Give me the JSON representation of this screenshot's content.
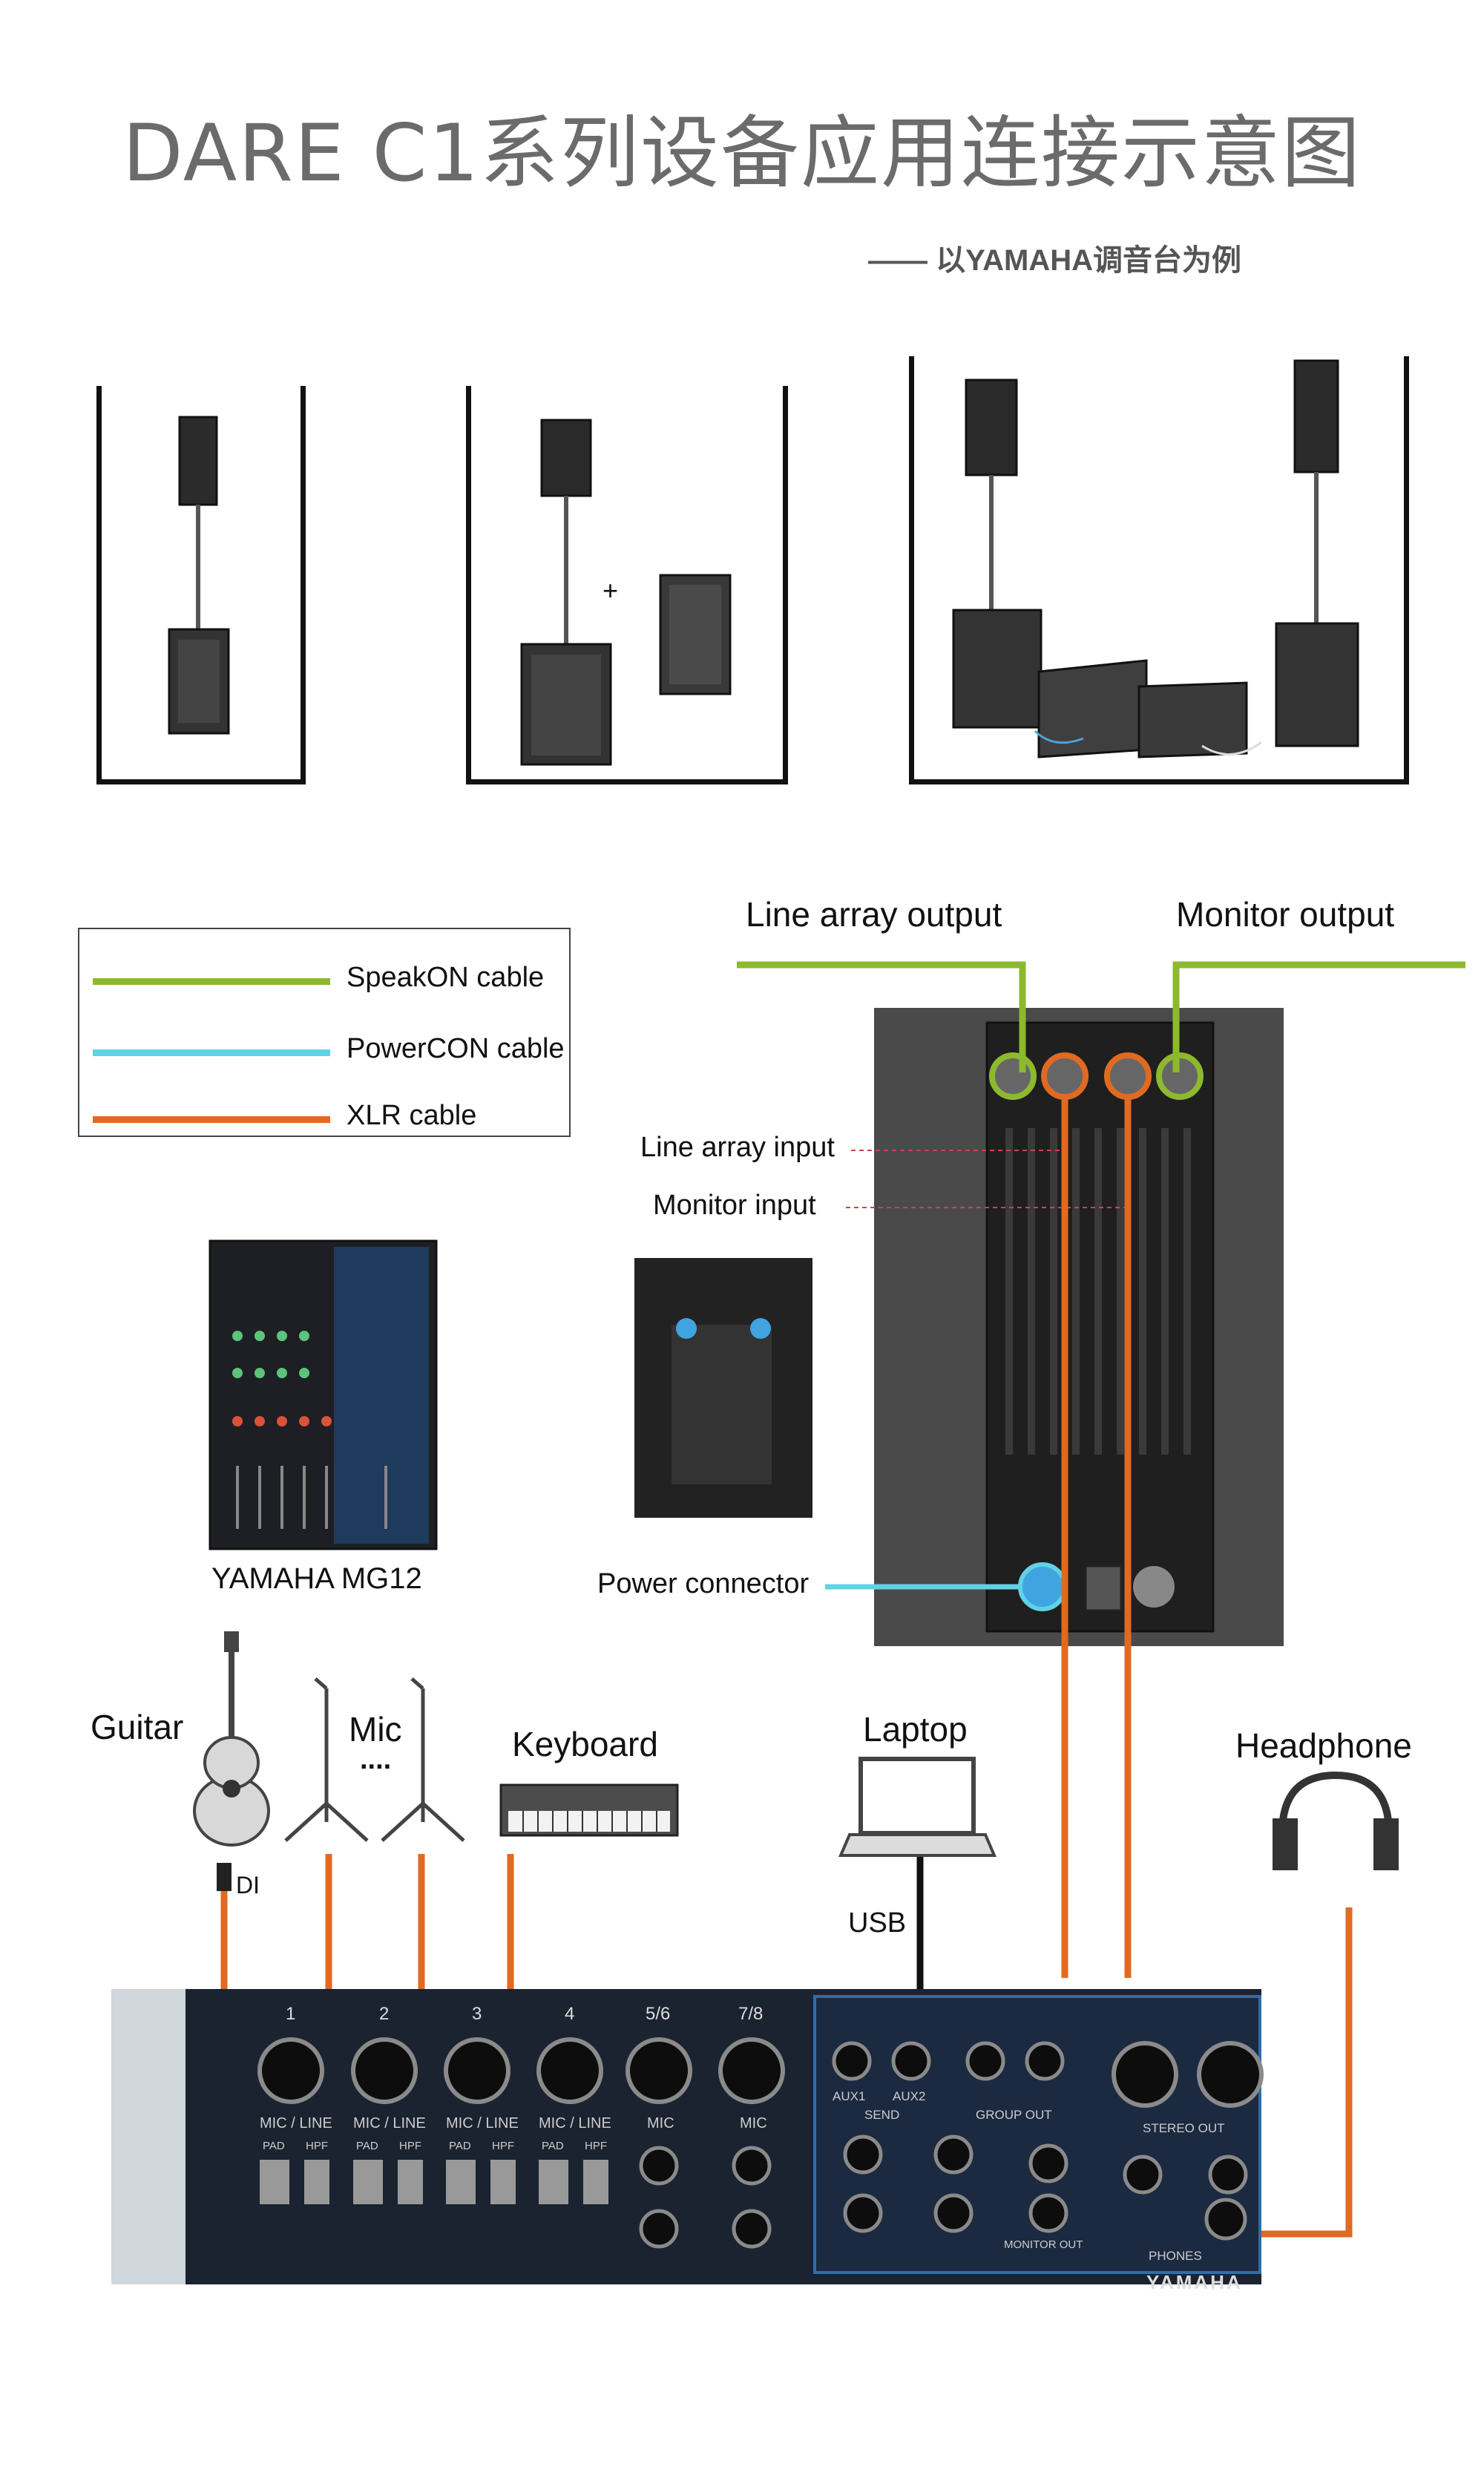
{
  "title": "DARE C1系列设备应用连接示意图",
  "subtitle": "—— 以YAMAHA调音台为例",
  "legend": {
    "items": [
      {
        "label": "SpeakON cable",
        "color": "#8db92e"
      },
      {
        "label": "PowerCON cable",
        "color": "#5fd3e6"
      },
      {
        "label": "XLR cable",
        "color": "#e06a22"
      }
    ]
  },
  "outputs": {
    "line_array_output": "Line array output",
    "monitor_output": "Monitor output"
  },
  "panel_labels": {
    "line_array_input": "Line array input",
    "monitor_input": "Monitor input",
    "power_connector": "Power connector"
  },
  "setup_plus": "+",
  "mixer_label": "YAMAHA MG12",
  "sources": {
    "guitar": "Guitar",
    "mic": "Mic",
    "mic_more": "....",
    "keyboard": "Keyboard",
    "laptop": "Laptop",
    "headphone": "Headphone",
    "di": "DI",
    "usb": "USB"
  },
  "console": {
    "channels": [
      "1",
      "2",
      "3",
      "4",
      "5/6",
      "7/8"
    ],
    "mic_line": "MIC / LINE",
    "mic": "MIC",
    "pad": "PAD",
    "hpf": "HPF",
    "aux": [
      "AUX1",
      "AUX2"
    ],
    "send": "SEND",
    "group_out": "GROUP OUT",
    "stereo_out": "STEREO OUT",
    "monitor_out": "MONITOR OUT",
    "phones": "PHONES",
    "brand": "YAMAHA"
  },
  "colors": {
    "speakon": "#8db92e",
    "powercon": "#5fd3e6",
    "xlr": "#e06a22",
    "amp_panel": "#2a2a2a",
    "console": "#1b2230"
  }
}
